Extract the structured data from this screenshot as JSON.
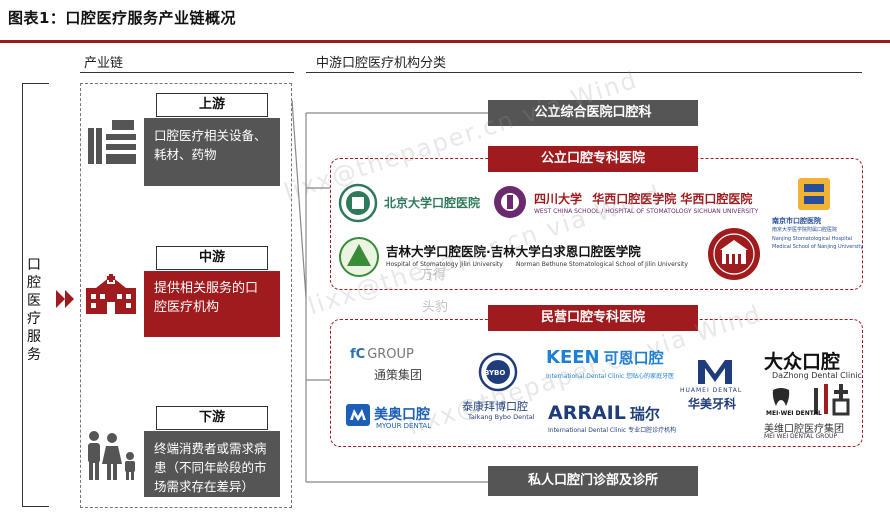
{
  "title": "图表1：口腔医疗服务产业链概况",
  "headers": {
    "chain": "产业链",
    "categories": "中游口腔医疗机构分类"
  },
  "left_label": "口腔医疗服务",
  "stages": [
    {
      "label": "上游",
      "desc": "口腔医疗相关设备、耗材、药物"
    },
    {
      "label": "中游",
      "desc": "提供相关服务的口腔医疗机构"
    },
    {
      "label": "下游",
      "desc": "终端消费者或需求病患（不同年龄段的市场需求存在差异）"
    }
  ],
  "categories": {
    "general": "公立综合医院口腔科",
    "public_specialty": "公立口腔专科医院",
    "private_specialty": "民营口腔专科医院",
    "clinics": "私人口腔门诊部及诊所"
  },
  "public_logos": {
    "pku": "北京大学口腔医院",
    "scu_cn": "四川大学",
    "scu_name": "华西口腔医学院 华西口腔医院",
    "scu_en": "WEST CHINA SCHOOL / HOSPITAL OF STOMATOLOGY SICHUAN UNIVERSITY",
    "nj_cn": "南京市口腔医院",
    "nj_cn2": "南京大学医学院附属口腔医院",
    "nj_en1": "Nanjing Stomatological Hospital",
    "nj_en2": "Medical School of Nanjing University",
    "jlu_cn": "吉林大学口腔医院·吉林大学白求恩口腔医学院",
    "jlu_en1": "Hospital of Stomatology Jilin University",
    "jlu_en2": "Norman Bethune Stomatological School of Jilin University"
  },
  "private_logos": {
    "tc_en": "GROUP",
    "tc_cn": "通策集团",
    "bybo_en": "BYBO",
    "bybo_cn": "泰康拜博口腔",
    "bybo_en2": "Taikang Bybo Dental",
    "keen": "KEEN",
    "keen_cn": "可恩口腔",
    "keen_sub": "International Dental Clinic 您贴心的家庭牙医",
    "arrail": "ARRAIL",
    "arrail_cn": "瑞尔",
    "arrail_sub": "International Dental Clinic 专业口腔诊疗机构",
    "huamei_en": "HUAMEI DENTAL",
    "huamei_cn": "华美牙科",
    "dazhong_cn": "大众口腔",
    "dazhong_en": "DaZhong Dental Clinic",
    "myour_cn": "美奥口腔",
    "myour_en": "MYOUR DENTAL",
    "meiwei_tag": "MEI·WEI DENTAL",
    "meiwei_cn": "美维口腔医疗集团",
    "meiwei_en": "MEI WEI DENTAL GROUP"
  },
  "watermark": {
    "brand1": "万得",
    "brand2": "头豹",
    "lines": [
      "lixx@thepaper.cn via Wind",
      "lixx@thepaper.cn via Wind",
      "lixx@thepaper.cn via Wind"
    ]
  },
  "colors": {
    "accent": "#a01b1e",
    "dark_gray": "#555555"
  }
}
